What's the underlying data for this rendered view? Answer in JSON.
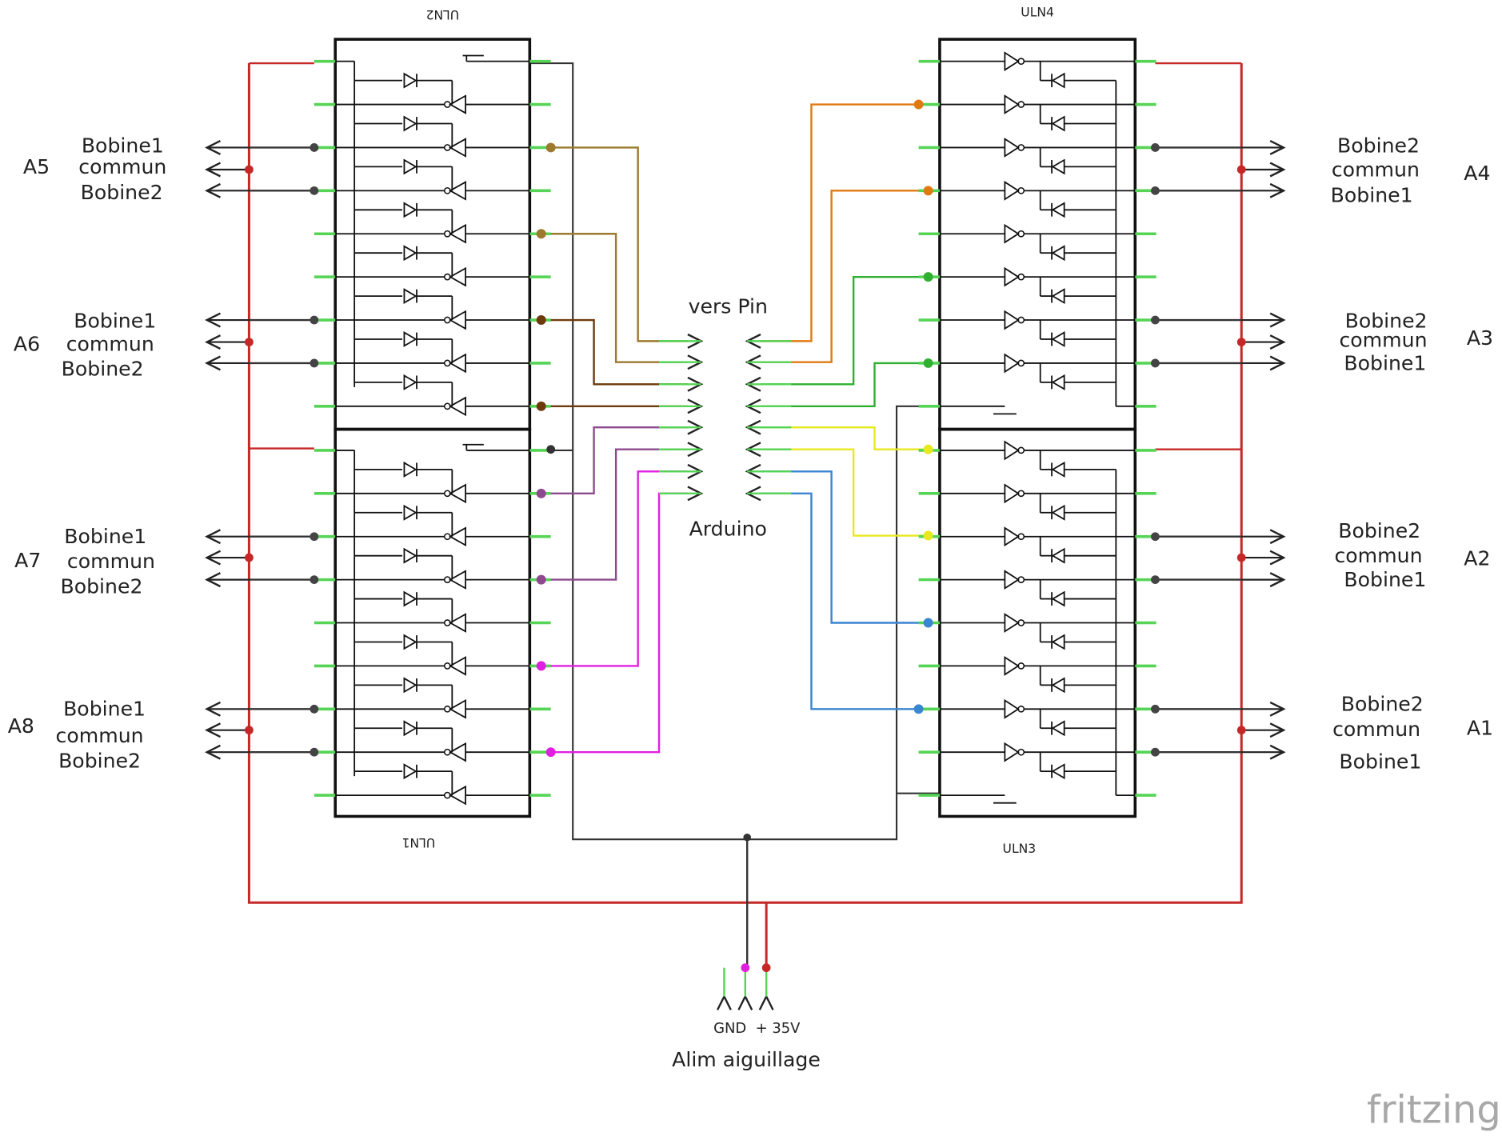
{
  "chips": {
    "uln2": "ULN2",
    "uln4": "ULN4",
    "uln1": "ULN1",
    "uln3": "ULN3"
  },
  "left_connectors": [
    {
      "bobine_top": "Bobine1",
      "commun": "commun",
      "bobine_bottom": "Bobine2",
      "address": "A5"
    },
    {
      "bobine_top": "Bobine1",
      "commun": "commun",
      "bobine_bottom": "Bobine2",
      "address": "A6"
    },
    {
      "bobine_top": "Bobine1",
      "commun": "commun",
      "bobine_bottom": "Bobine2",
      "address": "A7"
    },
    {
      "bobine_top": "Bobine1",
      "commun": "commun",
      "bobine_bottom": "Bobine2",
      "address": "A8"
    }
  ],
  "right_connectors": [
    {
      "bobine_top": "Bobine2",
      "commun": "commun",
      "bobine_bottom": "Bobine1",
      "address": "A4"
    },
    {
      "bobine_top": "Bobine2",
      "commun": "commun",
      "bobine_bottom": "Bobine1",
      "address": "A3"
    },
    {
      "bobine_top": "Bobine2",
      "commun": "commun",
      "bobine_bottom": "Bobine1",
      "address": "A2"
    },
    {
      "bobine_top": "Bobine2",
      "commun": "commun",
      "bobine_bottom": "Bobine1",
      "address": "A1"
    }
  ],
  "arduino": {
    "heading": "vers Pin",
    "name": "Arduino"
  },
  "power": {
    "gnd": "GND",
    "plus": "+ 35V",
    "title": "Alim aiguillage"
  },
  "footer": {
    "brand": "fritzing"
  },
  "colors": {
    "supply_red": "#c62828",
    "wire_black": "#333333",
    "pin_green": "#55d455",
    "wire_olive": "#9c7a2e",
    "wire_brown": "#6d3a0c",
    "wire_purple": "#8e4a8e",
    "wire_magenta": "#e020e0",
    "wire_orange": "#e07a10",
    "wire_green": "#30b030",
    "wire_yellow": "#e8e820",
    "wire_blue": "#3a86d0",
    "brand_gray": "#a8a8a8"
  }
}
